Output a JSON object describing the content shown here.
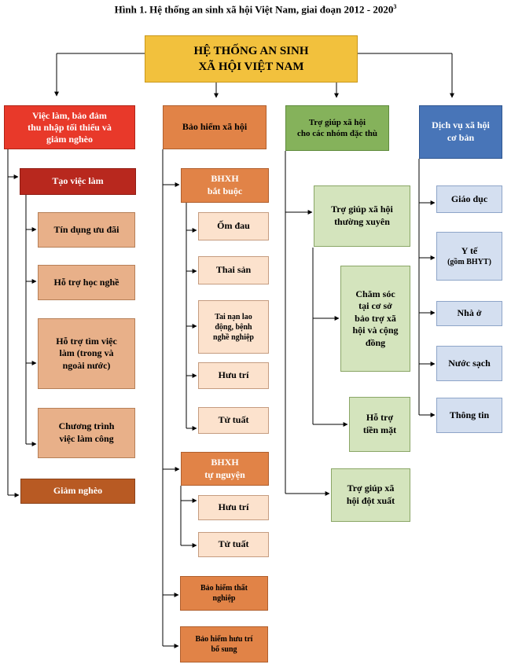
{
  "figure": {
    "caption": "Hình 1. Hệ thống an sinh xã hội Việt Nam, giai đoạn 2012 - 2020",
    "caption_sup": "3"
  },
  "root": {
    "label": "HỆ THỐNG AN SINH\nXÃ HỘI VIỆT NAM"
  },
  "col1": {
    "header": "Việc làm, bảo đảm\nthu nhập tối thiểu và\ngiảm nghèo",
    "tao_viec_lam": "Tạo việc làm",
    "items": [
      "Tín dụng ưu đãi",
      "Hỗ trợ học nghề",
      "Hỗ trợ tìm việc\nlàm (trong và\nngoài nước)",
      "Chương trình\nviệc làm công"
    ],
    "giam_ngheo": "Giảm nghèo"
  },
  "col2": {
    "header": "Bảo hiểm xã hội",
    "bat_buoc": "BHXH\nbắt buộc",
    "bat_buoc_items": [
      "Ốm đau",
      "Thai sản",
      "Tai nạn lao\nđộng, bệnh\nnghề nghiệp",
      "Hưu trí",
      "Tử tuất"
    ],
    "tu_nguyen": "BHXH\ntự nguyện",
    "tu_nguyen_items": [
      "Hưu trí",
      "Tử tuất"
    ],
    "that_nghiep": "Bảo hiểm thất\nnghiệp",
    "huu_tri_bo_sung": "Bảo hiểm hưu trí\nbổ sung"
  },
  "col3": {
    "header": "Trợ giúp xã hội\ncho các nhóm đặc thù",
    "thuong_xuyen": "Trợ giúp xã hội\nthường xuyên",
    "cham_soc": "Chăm sóc\ntại cơ sở\nbảo trợ xã\nhội và cộng\nđồng",
    "tien_mat": "Hỗ trợ\ntiền mặt",
    "dot_xuat": "Trợ giúp xã\nhội đột xuất"
  },
  "col4": {
    "header": "Dịch vụ xã hội\ncơ bản",
    "giao_duc": "Giáo dục",
    "y_te": "Y tế",
    "y_te_note": "(gồm BHYT)",
    "nha_o": "Nhà ở",
    "nuoc_sach": "Nước sạch",
    "thong_tin": "Thông tin"
  }
}
